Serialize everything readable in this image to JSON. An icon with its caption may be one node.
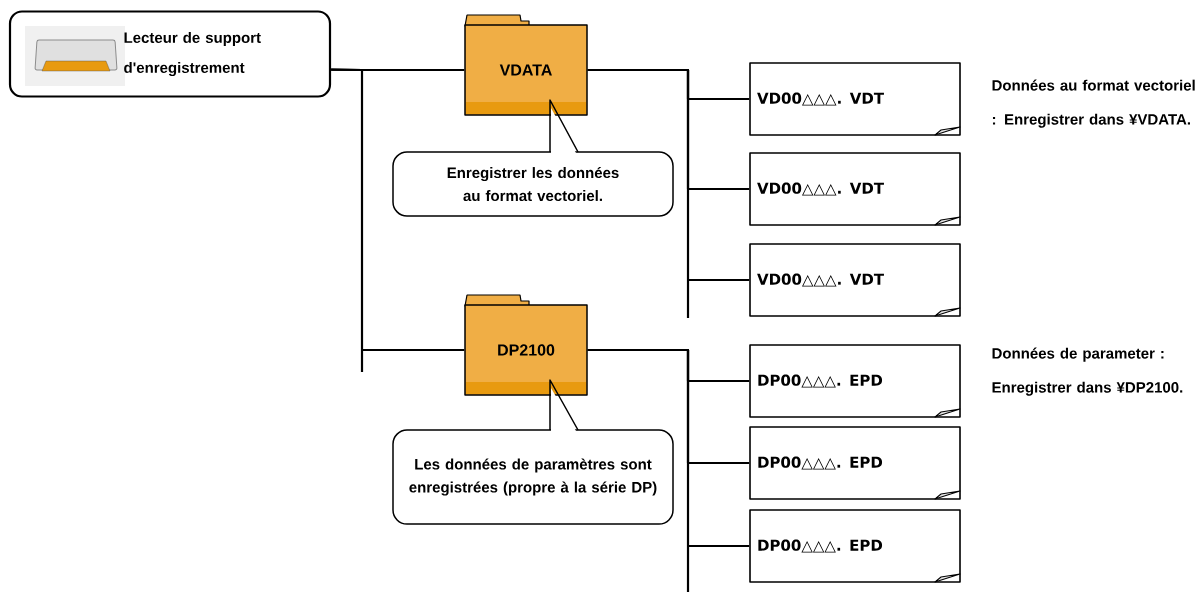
{
  "diagram": {
    "nodes": [
      {
        "text": [
          "Lecteur de support d'enregistrement"
        ]
      },
      {
        "text": [
          "VDATA"
        ]
      },
      {
        "text": [
          "Enregistrer les données au format vectoriel."
        ]
      },
      {
        "text": [
          "DP2100"
        ]
      },
      {
        "text": [
          "Les données de paramètres sont enregistrées (propre à la série DP)"
        ]
      },
      {
        "text": [
          "VD00△△△. VDT"
        ]
      },
      {
        "text": [
          "VD00△△△. VDT"
        ]
      },
      {
        "text": [
          "VD00△△△. VDT"
        ]
      },
      {
        "text": [
          "DP00△△△. EPD"
        ]
      },
      {
        "text": [
          "DP00△△△. EPD"
        ]
      },
      {
        "text": [
          "DP00△△△. EPD"
        ]
      }
    ],
    "edges": [
      {
        "from": 0,
        "to": 1,
        "arrow": "none"
      },
      {
        "from": 0,
        "to": 3,
        "arrow": "none"
      },
      {
        "from": 1,
        "to": 5,
        "arrow": "none"
      },
      {
        "from": 1,
        "to": 6,
        "arrow": "none"
      },
      {
        "from": 1,
        "to": 7,
        "arrow": "none"
      },
      {
        "from": 3,
        "to": 8,
        "arrow": "none"
      },
      {
        "from": 3,
        "to": 9,
        "arrow": "none"
      },
      {
        "from": 3,
        "to": 10,
        "arrow": "none"
      }
    ],
    "labels": [
      "Données au format vectoriel : Enregistrer dans ¥VDATA.",
      "Données de parameter : Enregistrer dans ¥DP2100."
    ]
  }
}
